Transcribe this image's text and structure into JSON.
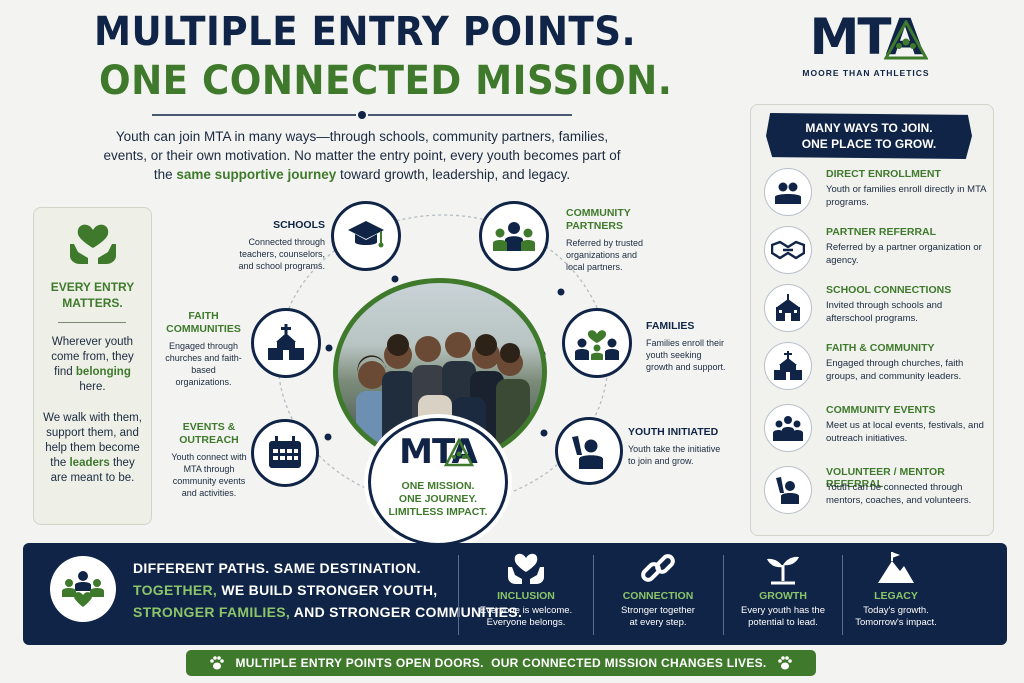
{
  "header": {
    "title_line1": "MULTIPLE ENTRY POINTS.",
    "title_line2": "ONE CONNECTED MISSION.",
    "intro_part1": "Youth can join MTA in many ways—through schools, community partners, families, events, or their own motivation. No matter the entry point, every youth becomes part of the ",
    "intro_highlight": "same supportive journey",
    "intro_part2": " toward growth, leadership, and legacy."
  },
  "logo": {
    "mark": "MTA",
    "tagline": "MOORE THAN ATHLETICS"
  },
  "left_panel": {
    "title": "EVERY ENTRY MATTERS.",
    "text1_a": "Wherever youth come from, they find ",
    "text1_highlight": "belonging",
    "text1_b": " here.",
    "text2_a": "We walk with them, support them, and help them become the ",
    "text2_highlight": "leaders",
    "text2_b": " they are meant to be."
  },
  "hub": {
    "mark": "MTA",
    "line1": "ONE MISSION.",
    "line2": "ONE JOURNEY.",
    "line3": "LIMITLESS IMPACT."
  },
  "entry_points": [
    {
      "title": "SCHOOLS",
      "desc": "Connected through teachers, counselors, and school programs.",
      "icon": "graduation-cap-icon"
    },
    {
      "title": "COMMUNITY PARTNERS",
      "desc": "Referred by trusted organizations and local partners.",
      "icon": "group-icon"
    },
    {
      "title": "FAITH COMMUNITIES",
      "desc": "Engaged through churches and faith-based organizations.",
      "icon": "church-icon"
    },
    {
      "title": "FAMILIES",
      "desc": "Families enroll their youth seeking growth and support.",
      "icon": "family-heart-icon"
    },
    {
      "title": "EVENTS & OUTREACH",
      "desc": "Youth connect with MTA through community events and activities.",
      "icon": "calendar-icon"
    },
    {
      "title": "YOUTH INITIATED",
      "desc": "Youth take the initiative to join and grow.",
      "icon": "raised-hand-icon"
    }
  ],
  "right_panel": {
    "title_line1": "MANY WAYS TO JOIN.",
    "title_line2": "ONE PLACE TO GROW.",
    "items": [
      {
        "title": "DIRECT ENROLLMENT",
        "desc": "Youth or families enroll directly in MTA programs.",
        "icon": "people-icon"
      },
      {
        "title": "PARTNER REFERRAL",
        "desc": "Referred by a partner organization or agency.",
        "icon": "handshake-icon"
      },
      {
        "title": "SCHOOL CONNECTIONS",
        "desc": "Invited through schools and afterschool programs.",
        "icon": "school-icon"
      },
      {
        "title": "FAITH & COMMUNITY",
        "desc": "Engaged through churches, faith groups, and community leaders.",
        "icon": "church-icon"
      },
      {
        "title": "COMMUNITY EVENTS",
        "desc": "Meet us at local events, festivals, and outreach initiatives.",
        "icon": "crowd-icon"
      },
      {
        "title": "VOLUNTEER / MENTOR REFERRAL",
        "desc": "Youth can be connected through mentors, coaches, and volunteers.",
        "icon": "raised-hand-icon"
      }
    ]
  },
  "banner": {
    "line1": "DIFFERENT PATHS. SAME DESTINATION.",
    "line2_a": "TOGETHER,",
    "line2_b": " WE BUILD STRONGER YOUTH,",
    "line3_a": "STRONGER FAMILIES,",
    "line3_b": " AND STRONGER COMMUNITIES.",
    "values": [
      {
        "title": "INCLUSION",
        "desc1": "Everyone is welcome.",
        "desc2": "Everyone belongs.",
        "icon": "heart-hands-icon"
      },
      {
        "title": "CONNECTION",
        "desc1": "Stronger together",
        "desc2": "at every step.",
        "icon": "chain-link-icon"
      },
      {
        "title": "GROWTH",
        "desc1": "Every youth has the",
        "desc2": "potential to lead.",
        "icon": "sprout-icon"
      },
      {
        "title": "LEGACY",
        "desc1": "Today's growth.",
        "desc2": "Tomorrow's impact.",
        "icon": "mountain-flag-icon"
      }
    ]
  },
  "footer": {
    "text": "MULTIPLE ENTRY POINTS OPEN DOORS.  OUR CONNECTED MISSION CHANGES LIVES.",
    "icon": "paw-icon"
  },
  "colors": {
    "navy": "#0f2446",
    "green": "#3f7a2c",
    "light_green": "#8cc46a",
    "background": "#f3f4f1"
  }
}
